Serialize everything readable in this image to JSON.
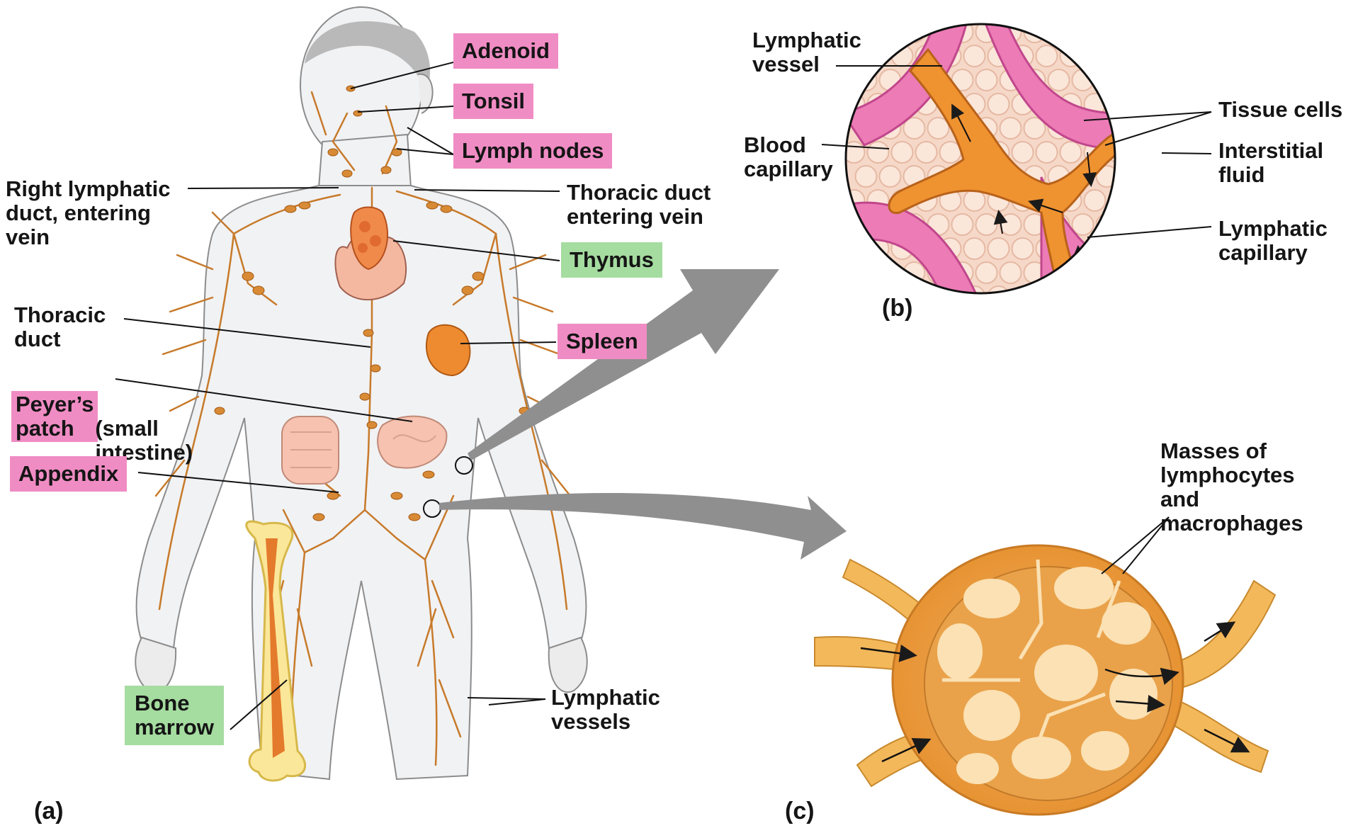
{
  "colors": {
    "pink_label": "#f08cc4",
    "green_label": "#a5dca0",
    "lymph_orange": "#f09030",
    "vessel_brown": "#c87828",
    "blood_pink": "#f07ab8",
    "gray_arrow": "#8f8f8f"
  },
  "panel_a": {
    "letter": "(a)",
    "labels": {
      "adenoid": "Adenoid",
      "tonsil": "Tonsil",
      "lymph_nodes": "Lymph nodes",
      "right_lymphatic_duct": "Right lymphatic\nduct, entering\nvein",
      "thoracic_duct_entering_vein": "Thoracic duct\nentering vein",
      "thymus": "Thymus",
      "thoracic_duct": "Thoracic\nduct",
      "spleen": "Spleen",
      "peyers_patch_highlight": "Peyer’s\npatch",
      "peyers_patch_rest": " (small\nintestine)",
      "appendix": "Appendix",
      "bone_marrow": "Bone\nmarrow",
      "lymphatic_vessels": "Lymphatic\nvessels"
    }
  },
  "panel_b": {
    "letter": "(b)",
    "labels": {
      "lymphatic_vessel": "Lymphatic\nvessel",
      "blood_capillary": "Blood\ncapillary",
      "tissue_cells": "Tissue cells",
      "interstitial_fluid": "Interstitial\nfluid",
      "lymphatic_capillary": "Lymphatic\ncapillary"
    }
  },
  "panel_c": {
    "letter": "(c)",
    "labels": {
      "masses": "Masses of\nlymphocytes\nand\nmacrophages"
    }
  }
}
